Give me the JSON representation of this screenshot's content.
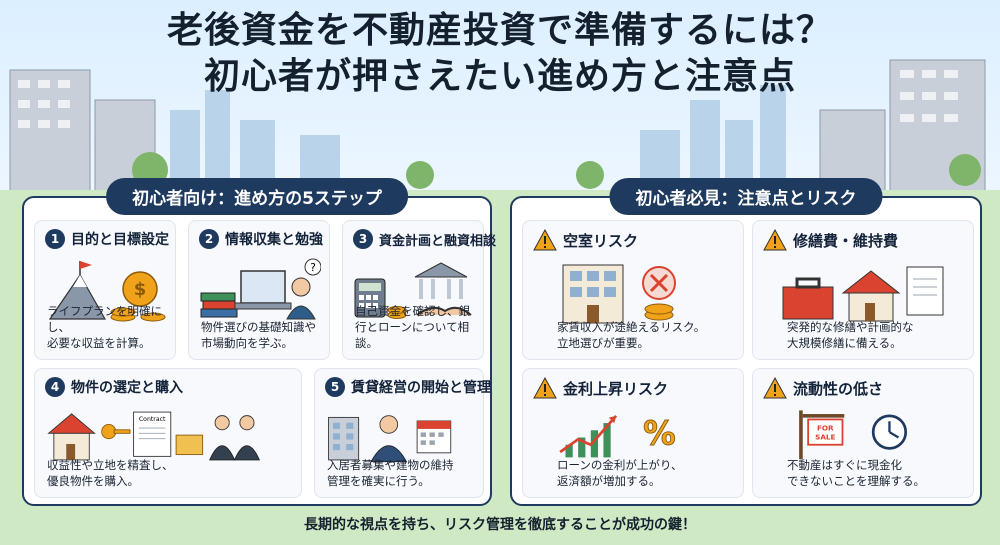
{
  "title": {
    "line1": "老後資金を不動産投資で準備するには？",
    "line2": "初心者が押さえたい進め方と注意点"
  },
  "steps_panel": {
    "header": "初心者向け：進め方の5ステップ",
    "steps": [
      {
        "num": "1",
        "title": "目的と目標設定",
        "desc1": "ライフプランを明確にし、",
        "desc2": "必要な収益を計算。",
        "icon": "mountain-goal-coins-icon"
      },
      {
        "num": "2",
        "title": "情報収集と勉強",
        "desc1": "物件選びの基礎知識や",
        "desc2": "市場動向を学ぶ。",
        "icon": "books-laptop-person-icon"
      },
      {
        "num": "3",
        "title": "資金計画と融資相談",
        "desc1": "自己資金を確認し、銀",
        "desc2": "行とローンについて相談。",
        "icon": "calculator-bank-handshake-icon"
      },
      {
        "num": "4",
        "title": "物件の選定と購入",
        "desc1": "収益性や立地を精査し、",
        "desc2": "優良物件を購入。",
        "icon": "house-key-contract-icon",
        "contract_label": "Contract"
      },
      {
        "num": "5",
        "title": "賃貸経営の開始と管理",
        "desc1": "入居者募集や建物の維持",
        "desc2": "管理を確実に行う。",
        "icon": "apartment-manager-calendar-icon"
      }
    ]
  },
  "risks_panel": {
    "header": "初心者必見：注意点とリスク",
    "risks": [
      {
        "title": "空室リスク",
        "desc1": "家賃収入が途絶えるリスク。",
        "desc2": "立地選びが重要。",
        "icon": "vacant-building-icon"
      },
      {
        "title": "修繕費・維持費",
        "desc1": "突発的な修繕や計画的な",
        "desc2": "大規模修繕に備える。",
        "icon": "toolbox-house-icon"
      },
      {
        "title": "金利上昇リスク",
        "desc1": "ローンの金利が上がり、",
        "desc2": "返済額が増加する。",
        "icon": "rising-rate-icon",
        "percent": "%"
      },
      {
        "title": "流動性の低さ",
        "desc1": "不動産はすぐに現金化",
        "desc2": "できないことを理解する。",
        "icon": "for-sale-sign-clock-icon",
        "sign_text1": "FOR",
        "sign_text2": "SALE"
      }
    ]
  },
  "footer": "長期的な視点を持ち、リスク管理を徹底することが成功の鍵！",
  "colors": {
    "navy": "#1f3a5f",
    "accent_orange": "#f0a21a",
    "alert_red": "#d9432f",
    "sky": "#dcefff"
  }
}
